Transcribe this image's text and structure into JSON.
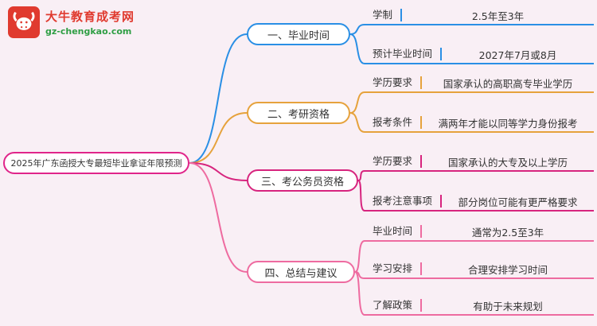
{
  "canvas": {
    "bg_color": "#f9eff5"
  },
  "logo": {
    "site_name": "大牛教育成考网",
    "site_url": "gz-chengkao.com",
    "brand_red": "#e03a2f",
    "brand_green": "#2f9e44"
  },
  "root": {
    "label": "2025年广东函授大专最短毕业拿证年限预测",
    "color": "#e0258a"
  },
  "branches": [
    {
      "label": "一、毕业时间",
      "color": "#2a8fe5",
      "leaves": [
        {
          "label": "学制",
          "value": "2.5年至3年"
        },
        {
          "label": "预计毕业时间",
          "value": "2027年7月或8月"
        }
      ]
    },
    {
      "label": "二、考研资格",
      "color": "#e6a23c",
      "leaves": [
        {
          "label": "学历要求",
          "value": "国家承认的高职高专毕业学历"
        },
        {
          "label": "报考条件",
          "value": "满两年才能以同等学力身份报考"
        }
      ]
    },
    {
      "label": "三、考公务员资格",
      "color": "#d7247e",
      "leaves": [
        {
          "label": "学历要求",
          "value": "国家承认的大专及以上学历"
        },
        {
          "label": "报考注意事项",
          "value": "部分岗位可能有更严格要求"
        }
      ]
    },
    {
      "label": "四、总结与建议",
      "color": "#ee6ba0",
      "leaves": [
        {
          "label": "毕业时间",
          "value": "通常为2.5至3年"
        },
        {
          "label": "学习安排",
          "value": "合理安排学习时间"
        },
        {
          "label": "了解政策",
          "value": "有助于未来规划"
        }
      ]
    }
  ]
}
